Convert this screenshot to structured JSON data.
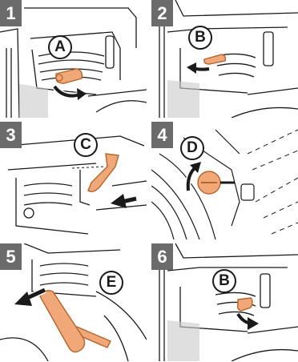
{
  "steps": [
    {
      "number": "1",
      "label": "A"
    },
    {
      "number": "2",
      "label": "B"
    },
    {
      "number": "3",
      "label": "C"
    },
    {
      "number": "4",
      "label": "D"
    },
    {
      "number": "5",
      "label": "E"
    },
    {
      "number": "6",
      "label": "B"
    }
  ],
  "colors": {
    "part_fill": "#f0a878",
    "part_stroke": "#b5652e",
    "badge": "#6b6b6b",
    "line": "#1a1a1a",
    "arrow": "#1a1a1a"
  }
}
